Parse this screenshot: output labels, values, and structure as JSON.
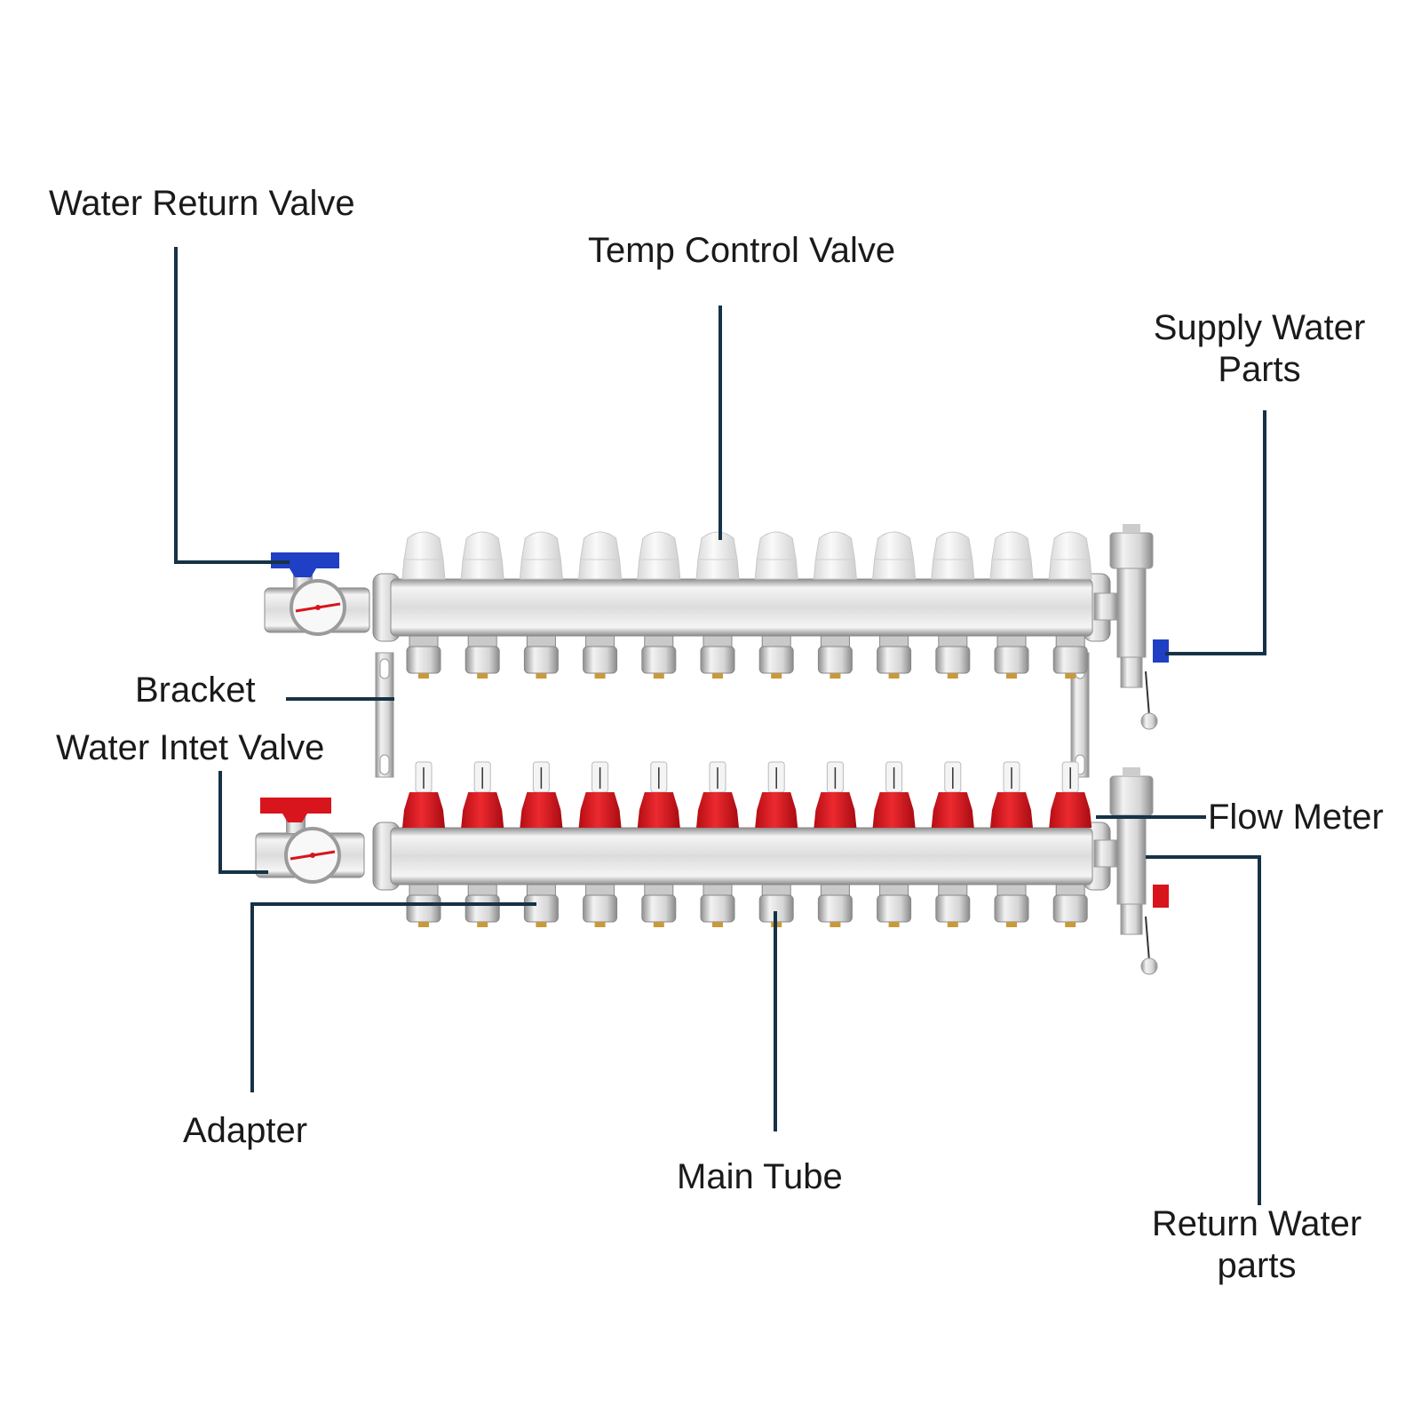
{
  "diagram": {
    "subject": "Radiant floor heating manifold, 12 loops",
    "loop_count": 12,
    "labels": {
      "water_return_valve": "Water Return Valve",
      "temp_control_valve": "Temp Control Valve",
      "supply_water_parts_line1": "Supply Water",
      "supply_water_parts_line2": "Parts",
      "bracket": "Bracket",
      "water_inlet_valve": "Water Intet Valve",
      "flow_meter": "Flow Meter",
      "adapter": "Adapter",
      "main_tube": "Main Tube",
      "return_water_parts_line1": "Return Water",
      "return_water_parts_line2": "parts"
    },
    "colors": {
      "leader_line": "#163246",
      "return_valve_handle": "#1f3fc4",
      "inlet_valve_handle": "#d8141c",
      "flow_meter_cap": "#d8141c",
      "temp_valve_cap": "#f2f2f2",
      "chrome": "#d9d9d9"
    }
  }
}
